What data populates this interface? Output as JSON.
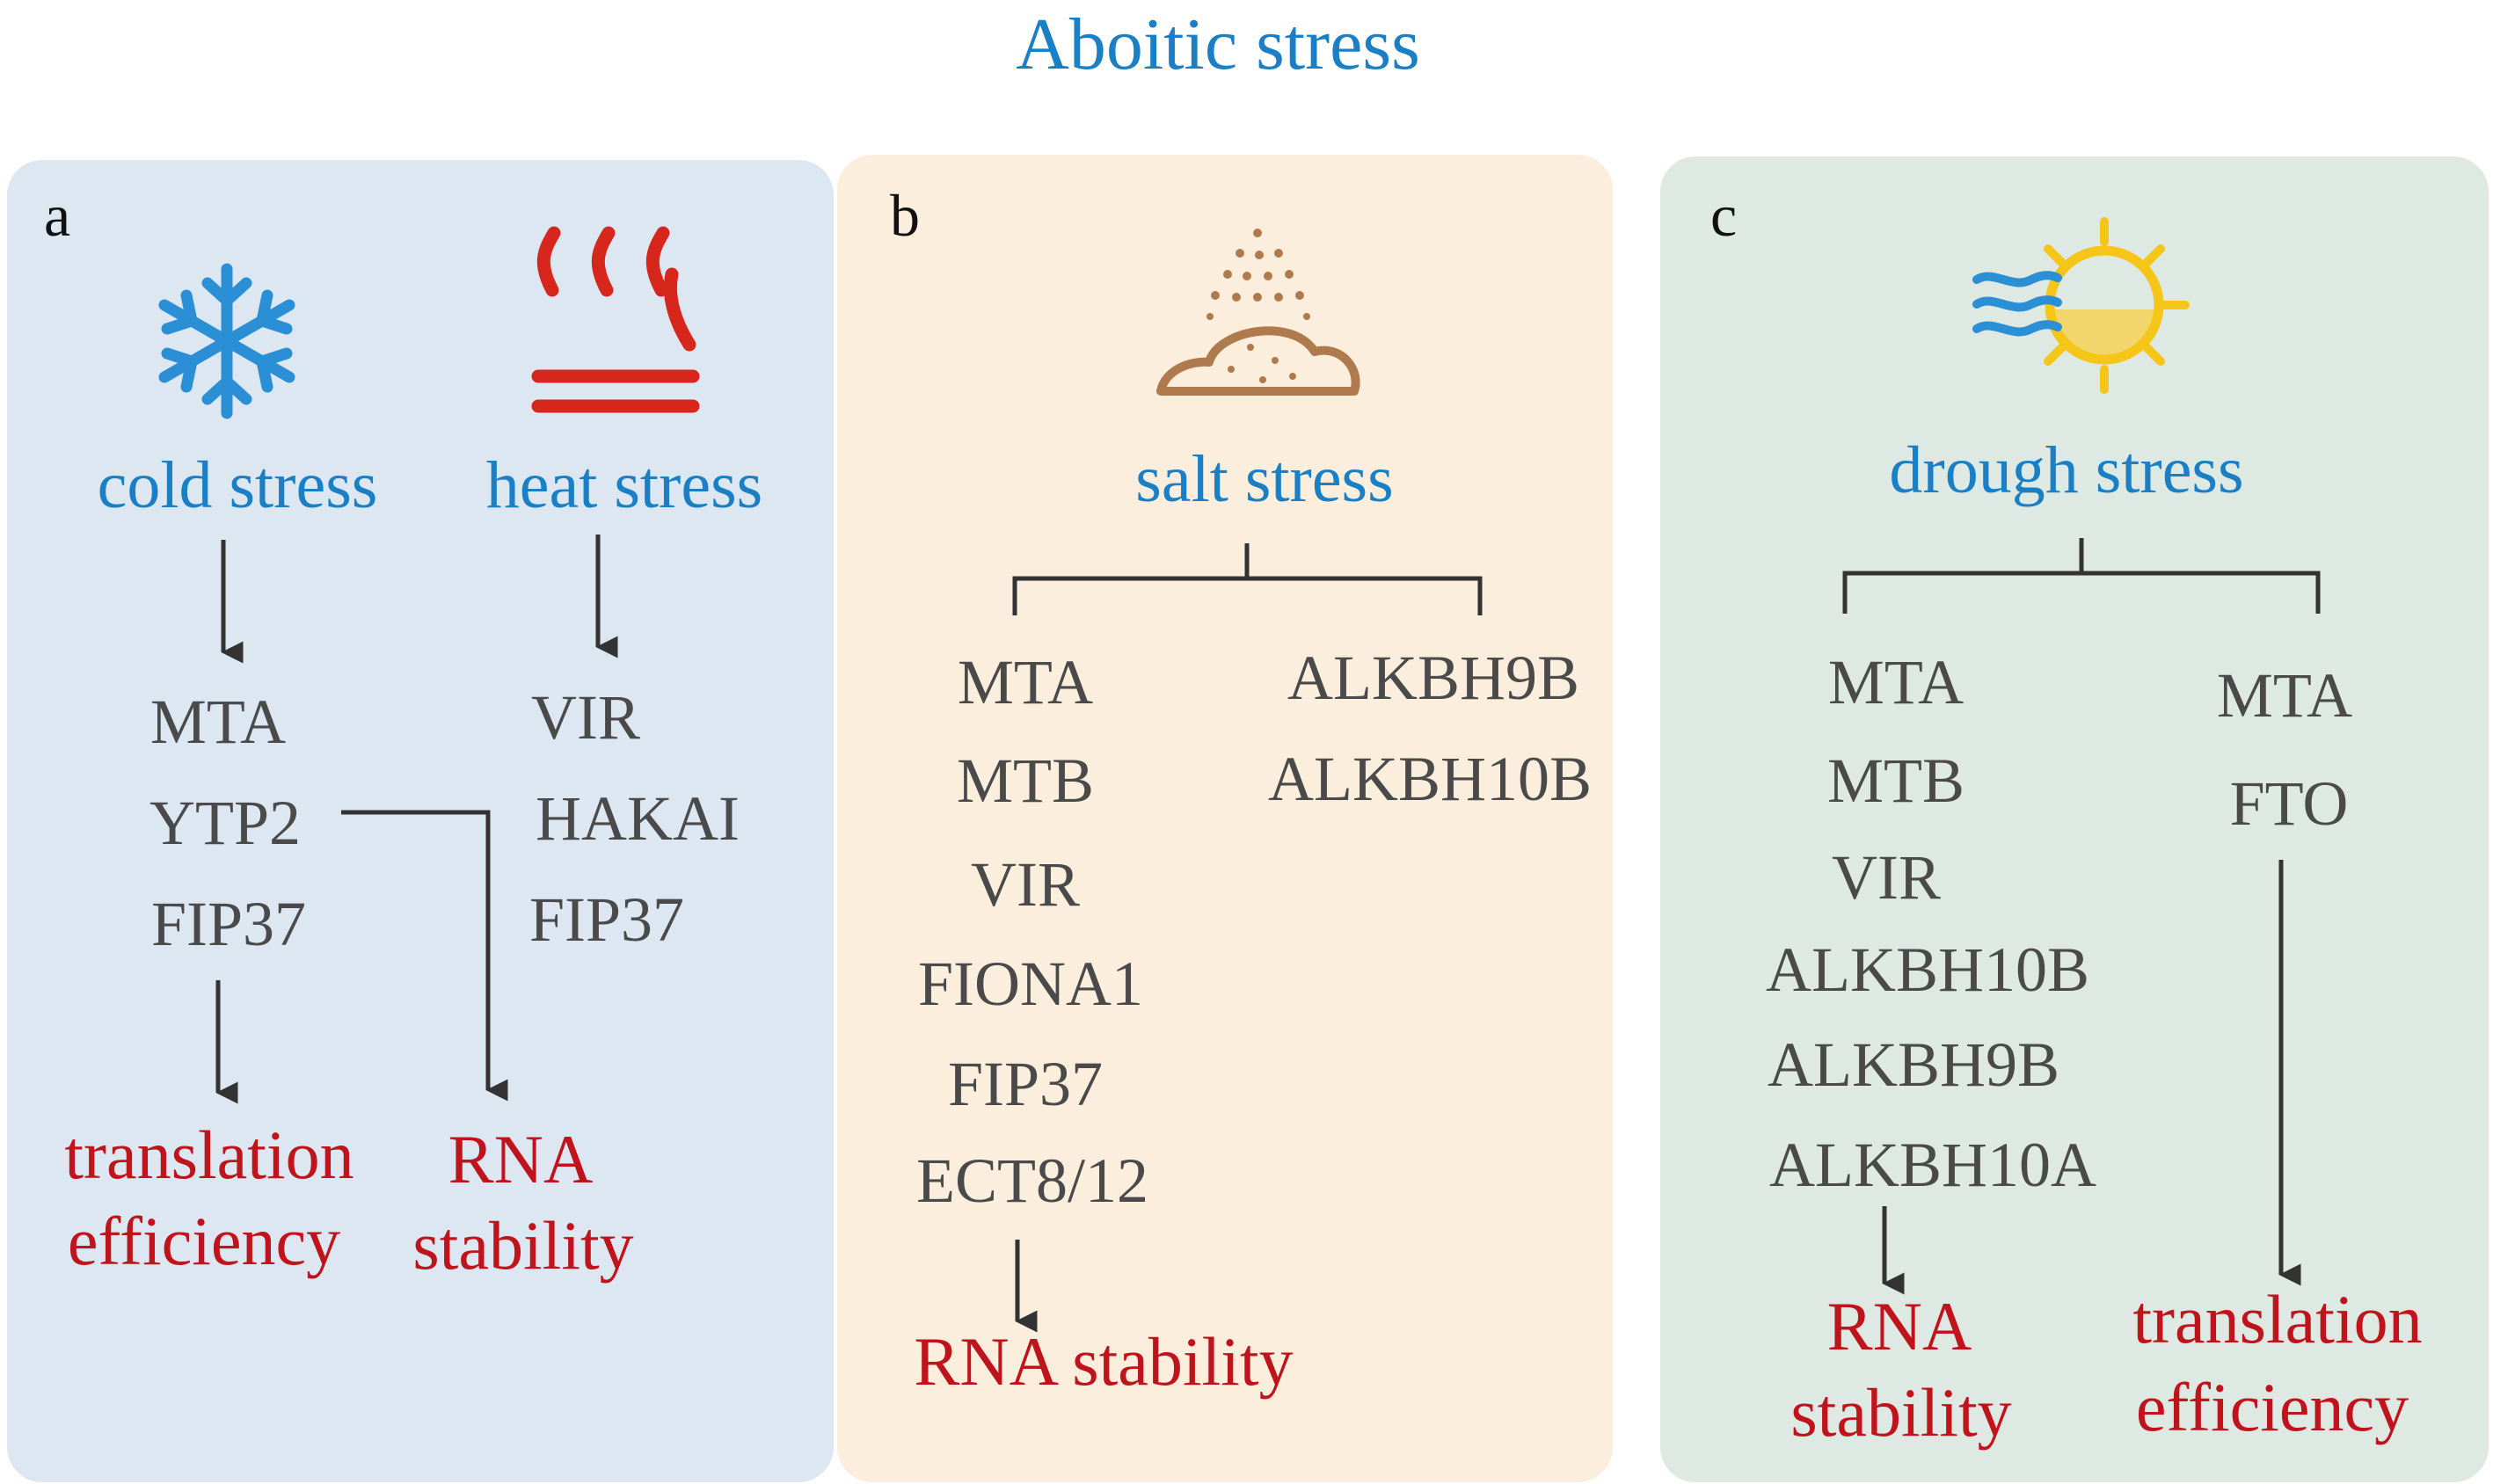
{
  "title": "Aboitic stress",
  "colors": {
    "title_blue": "#1a7fc4",
    "gene_gray": "#4a4a4a",
    "outcome_red": "#c0141c",
    "panel_a_bg": "#dce7f2",
    "panel_b_bg": "#fbeedd",
    "panel_c_bg": "#dde9e2",
    "connector": "#333333",
    "heat_red": "#d7261b",
    "salt_brown": "#b07a4f",
    "sun_yellow": "#f5c518",
    "wind_blue": "#2b8fd6"
  },
  "panel_a": {
    "label": "a",
    "cold": {
      "icon": "snowflake-icon",
      "title": "cold stress",
      "genes": [
        "MTA",
        "YTP2",
        "FIP37"
      ],
      "outcome": [
        "translation",
        "efficiency"
      ]
    },
    "heat": {
      "icon": "heat-waves-icon",
      "title": "heat stress",
      "genes": [
        "VIR",
        "HAKAI",
        "FIP37"
      ],
      "outcome": [
        "RNA",
        "stability"
      ]
    }
  },
  "panel_b": {
    "label": "b",
    "icon": "salt-pile-icon",
    "title": "salt stress",
    "genes_left": [
      "MTA",
      "MTB",
      "VIR",
      "FIONA1",
      "FIP37",
      "ECT8/12"
    ],
    "genes_right": [
      "ALKBH9B",
      "ALKBH10B"
    ],
    "outcome": "RNA stability"
  },
  "panel_c": {
    "label": "c",
    "icon": "sun-wind-icon",
    "title": "drough stress",
    "genes_left": [
      "MTA",
      "MTB",
      "VIR",
      "ALKBH10B",
      "ALKBH9B",
      "ALKBH10A"
    ],
    "genes_right": [
      "MTA",
      "FTO"
    ],
    "outcome_left": [
      "RNA",
      "stability"
    ],
    "outcome_right": [
      "translation",
      "efficiency"
    ]
  }
}
